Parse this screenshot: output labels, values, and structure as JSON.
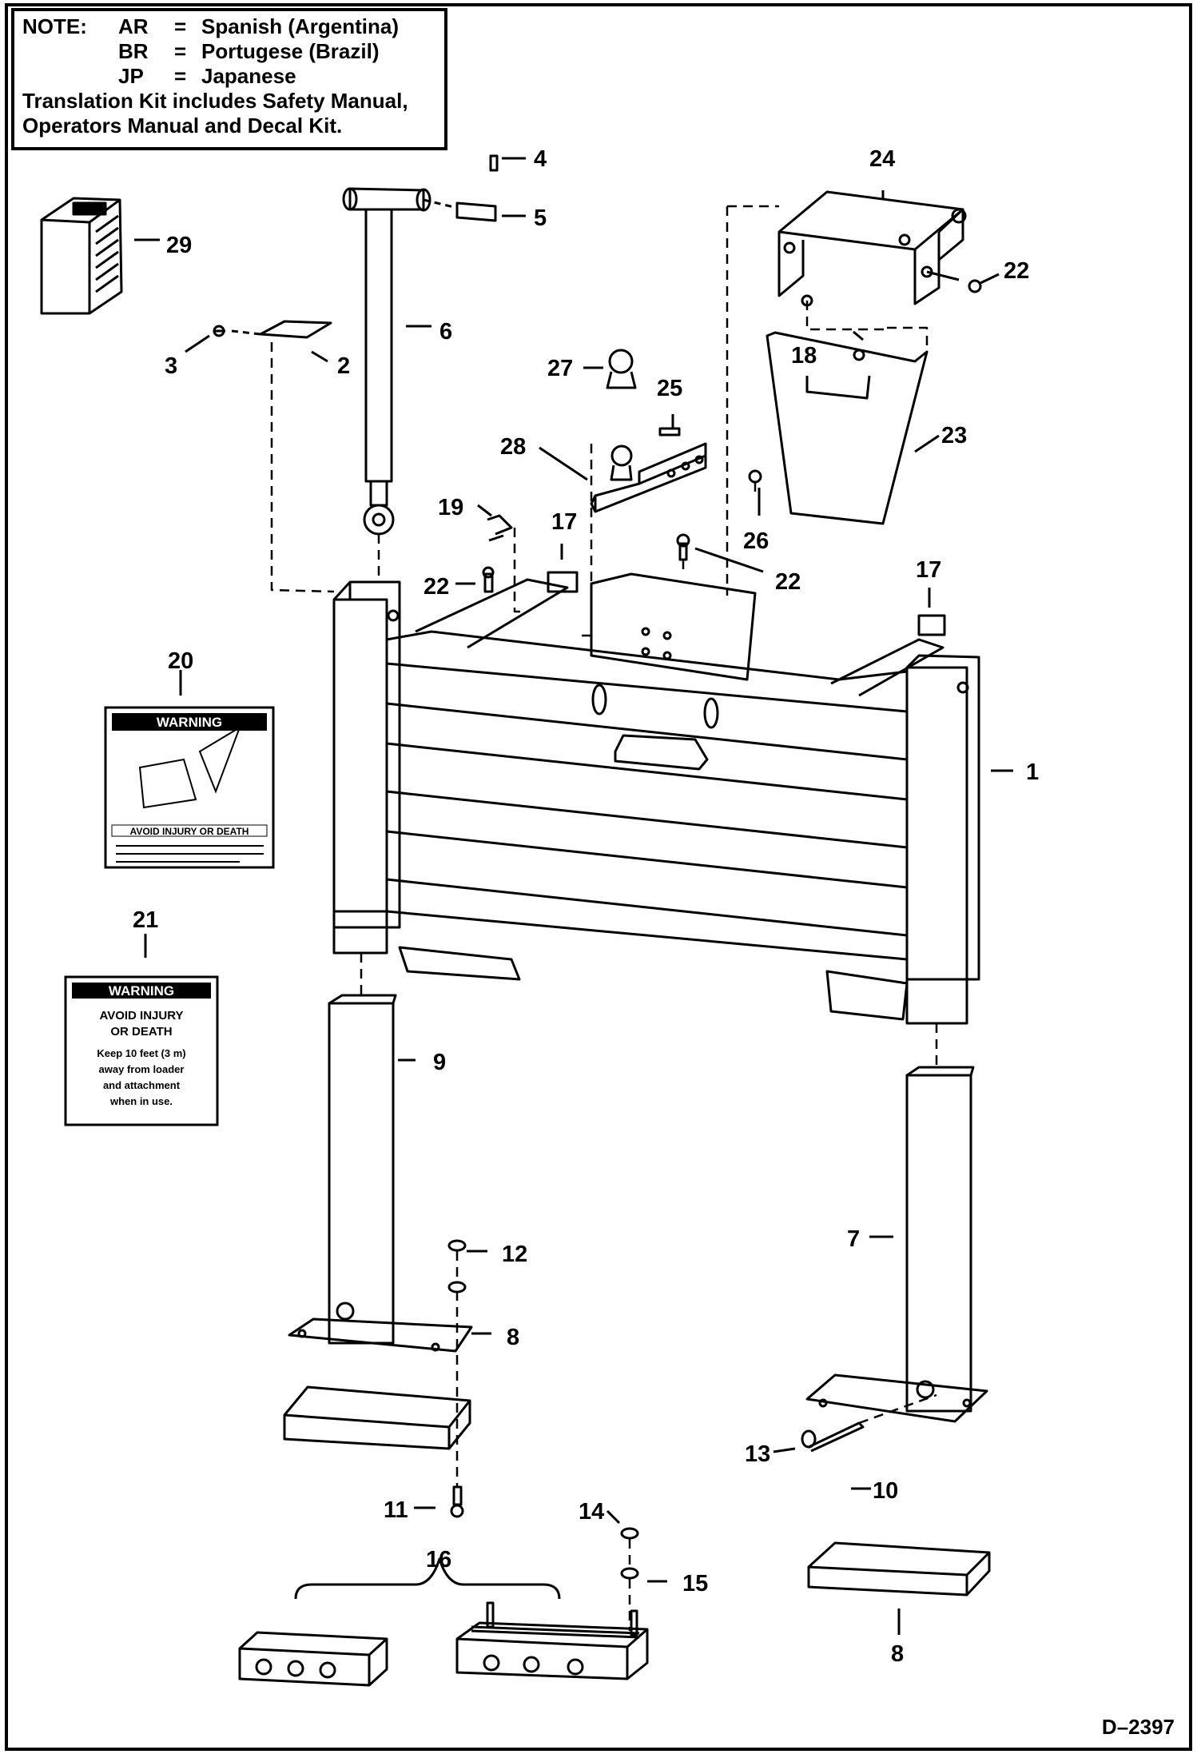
{
  "note": {
    "head": "NOTE:",
    "rows": [
      {
        "code": "AR",
        "eq": "=",
        "lang": "Spanish (Argentina)"
      },
      {
        "code": "BR",
        "eq": "=",
        "lang": "Portugese (Brazil)"
      },
      {
        "code": "JP",
        "eq": "=",
        "lang": "Japanese"
      }
    ],
    "line1": "Translation Kit includes Safety Manual,",
    "line2": "Operators Manual and Decal Kit."
  },
  "callouts": {
    "c1": "1",
    "c2": "2",
    "c3": "3",
    "c4": "4",
    "c5": "5",
    "c6": "6",
    "c7": "7",
    "c8a": "8",
    "c8b": "8",
    "c9": "9",
    "c10": "10",
    "c11": "11",
    "c12": "12",
    "c13": "13",
    "c14": "14",
    "c15": "15",
    "c16": "16",
    "c17a": "17",
    "c17b": "17",
    "c18": "18",
    "c19": "19",
    "c20": "20",
    "c21": "21",
    "c22a": "22",
    "c22b": "22",
    "c22c": "22",
    "c23": "23",
    "c24": "24",
    "c25": "25",
    "c26": "26",
    "c27": "27",
    "c28": "28",
    "c29": "29"
  },
  "decal20": {
    "header": "WARNING",
    "title": "AVOID INJURY OR DEATH"
  },
  "decal21": {
    "header": "WARNING",
    "title1": "AVOID INJURY",
    "title2": "OR DEATH",
    "l1": "Keep 10 feet (3 m)",
    "l2": "away from loader",
    "l3": "and attachment",
    "l4": "when in use."
  },
  "doc_id": "D–2397"
}
